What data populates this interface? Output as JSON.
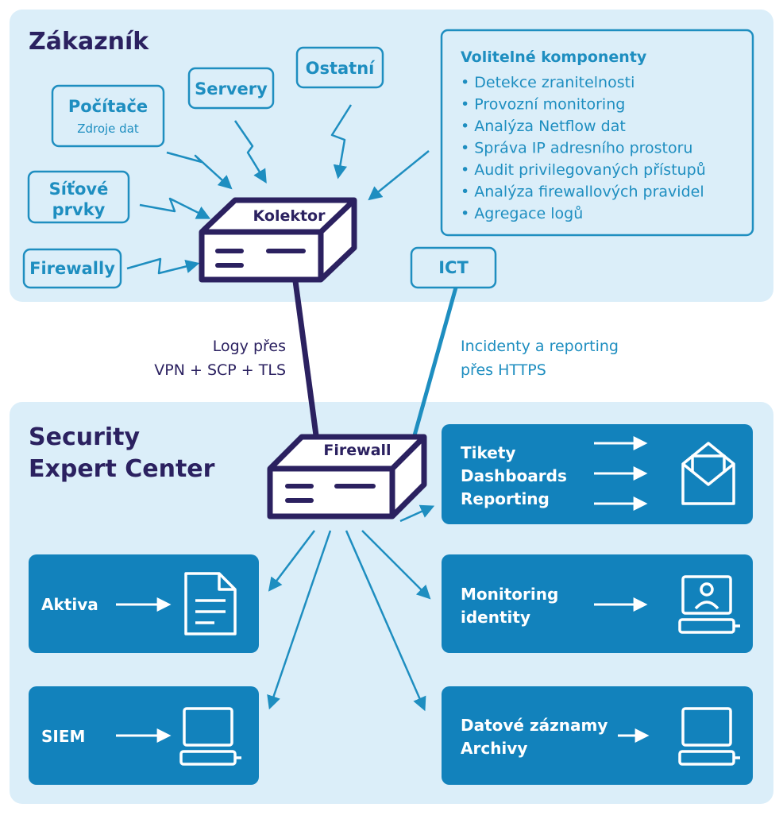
{
  "customer_zone": {
    "title": "Zákazník"
  },
  "sources": {
    "pocitace": {
      "label": "Počítače",
      "sub": "Zdroje dat"
    },
    "servery": {
      "label": "Servery"
    },
    "ostatni": {
      "label": "Ostatní"
    },
    "sitove": {
      "line1": "Síťové",
      "line2": "prvky"
    },
    "firewally": {
      "label": "Firewally"
    }
  },
  "optional": {
    "title": "Volitelné komponenty",
    "items": [
      "• Detekce zranitelnosti",
      "• Provozní monitoring",
      "• Analýza Netflow dat",
      "• Správa IP adresního prostoru",
      "• Audit privilegovaných přístupů",
      "• Analýza firewallových pravidel",
      "• Agregace logů"
    ]
  },
  "devices": {
    "kolektor": "Kolektor",
    "firewall": "Firewall"
  },
  "ict": {
    "label": "ICT"
  },
  "links": {
    "logs_line1": "Logy přes",
    "logs_line2": "VPN + SCP + TLS",
    "incidents_line1": "Incidenty a reporting",
    "incidents_line2": "přes HTTPS"
  },
  "sec_zone": {
    "line1": "Security",
    "line2": "Expert Center"
  },
  "boxes": {
    "tikety": {
      "lines": [
        "Tikety",
        "Dashboards",
        "Reporting"
      ]
    },
    "aktiva": {
      "label": "Aktiva"
    },
    "monitoring": {
      "lines": [
        "Monitoring",
        "identity"
      ]
    },
    "siem": {
      "label": "SIEM"
    },
    "datove": {
      "lines": [
        "Datové záznamy",
        "Archivy"
      ]
    }
  },
  "icons": {
    "tikety": "envelope-icon",
    "aktiva": "document-icon",
    "monitoring": "user-monitor-icon",
    "siem": "computer-icon",
    "datove": "computer-icon"
  },
  "colors": {
    "zone_bg": "#dbeef9",
    "accent_blue": "#1e8ec0",
    "dark_navy": "#2b2160",
    "box_blue": "#1282bc"
  }
}
